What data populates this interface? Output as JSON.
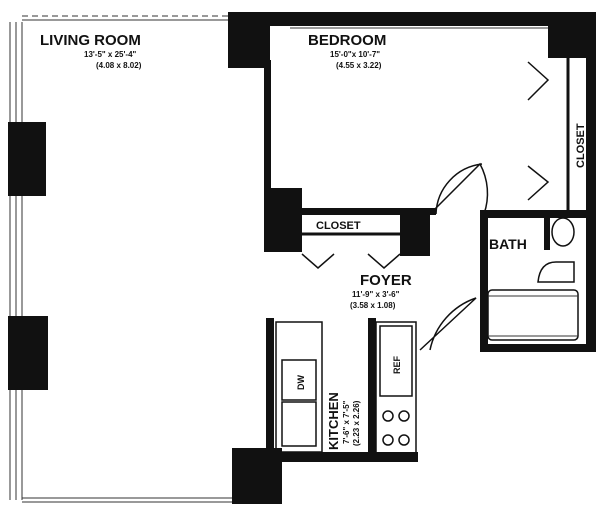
{
  "rooms": {
    "living_room": {
      "name": "LIVING ROOM",
      "dim_ft": "13'-5\" x 25'-4\"",
      "dim_m": "(4.08 x 8.02)"
    },
    "bedroom": {
      "name": "BEDROOM",
      "dim_ft": "15'-0\"x 10'-7\"",
      "dim_m": "(4.55 x 3.22)"
    },
    "foyer": {
      "name": "FOYER",
      "dim_ft": "11'-9\" x 3'-6\"",
      "dim_m": "(3.58 x 1.08)"
    },
    "kitchen": {
      "name": "KITCHEN",
      "dim_ft": "7'-6\" x 7'-5\"",
      "dim_m": "(2.23 x 2.26)"
    }
  },
  "labels": {
    "closet_bedroom": "CLOSET",
    "closet_foyer": "CLOSET",
    "bath": "BATH",
    "dishwasher": "DW",
    "refrigerator": "REF"
  }
}
